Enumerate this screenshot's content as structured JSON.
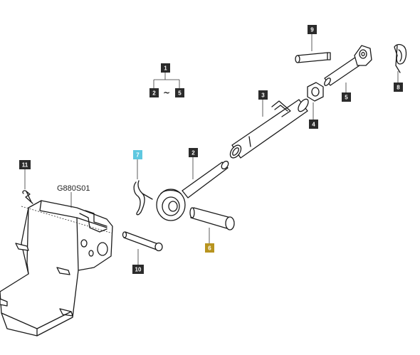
{
  "assembly_code": "G880S01",
  "range_callout": {
    "top": "1",
    "from": "2",
    "separator": "~",
    "to": "5"
  },
  "callouts": [
    {
      "id": "c1",
      "label": "1",
      "color": "#2b2b2b"
    },
    {
      "id": "c2",
      "label": "2",
      "color": "#2b2b2b"
    },
    {
      "id": "c3",
      "label": "3",
      "color": "#2b2b2b"
    },
    {
      "id": "c4",
      "label": "4",
      "color": "#2b2b2b"
    },
    {
      "id": "c5",
      "label": "5",
      "color": "#2b2b2b"
    },
    {
      "id": "c6",
      "label": "6",
      "color": "#b8941f"
    },
    {
      "id": "c7",
      "label": "7",
      "color": "#5fc8e0"
    },
    {
      "id": "c8",
      "label": "8",
      "color": "#2b2b2b"
    },
    {
      "id": "c9",
      "label": "9",
      "color": "#2b2b2b"
    },
    {
      "id": "c10",
      "label": "10",
      "color": "#2b2b2b"
    },
    {
      "id": "c11",
      "label": "11",
      "color": "#2b2b2b"
    }
  ]
}
